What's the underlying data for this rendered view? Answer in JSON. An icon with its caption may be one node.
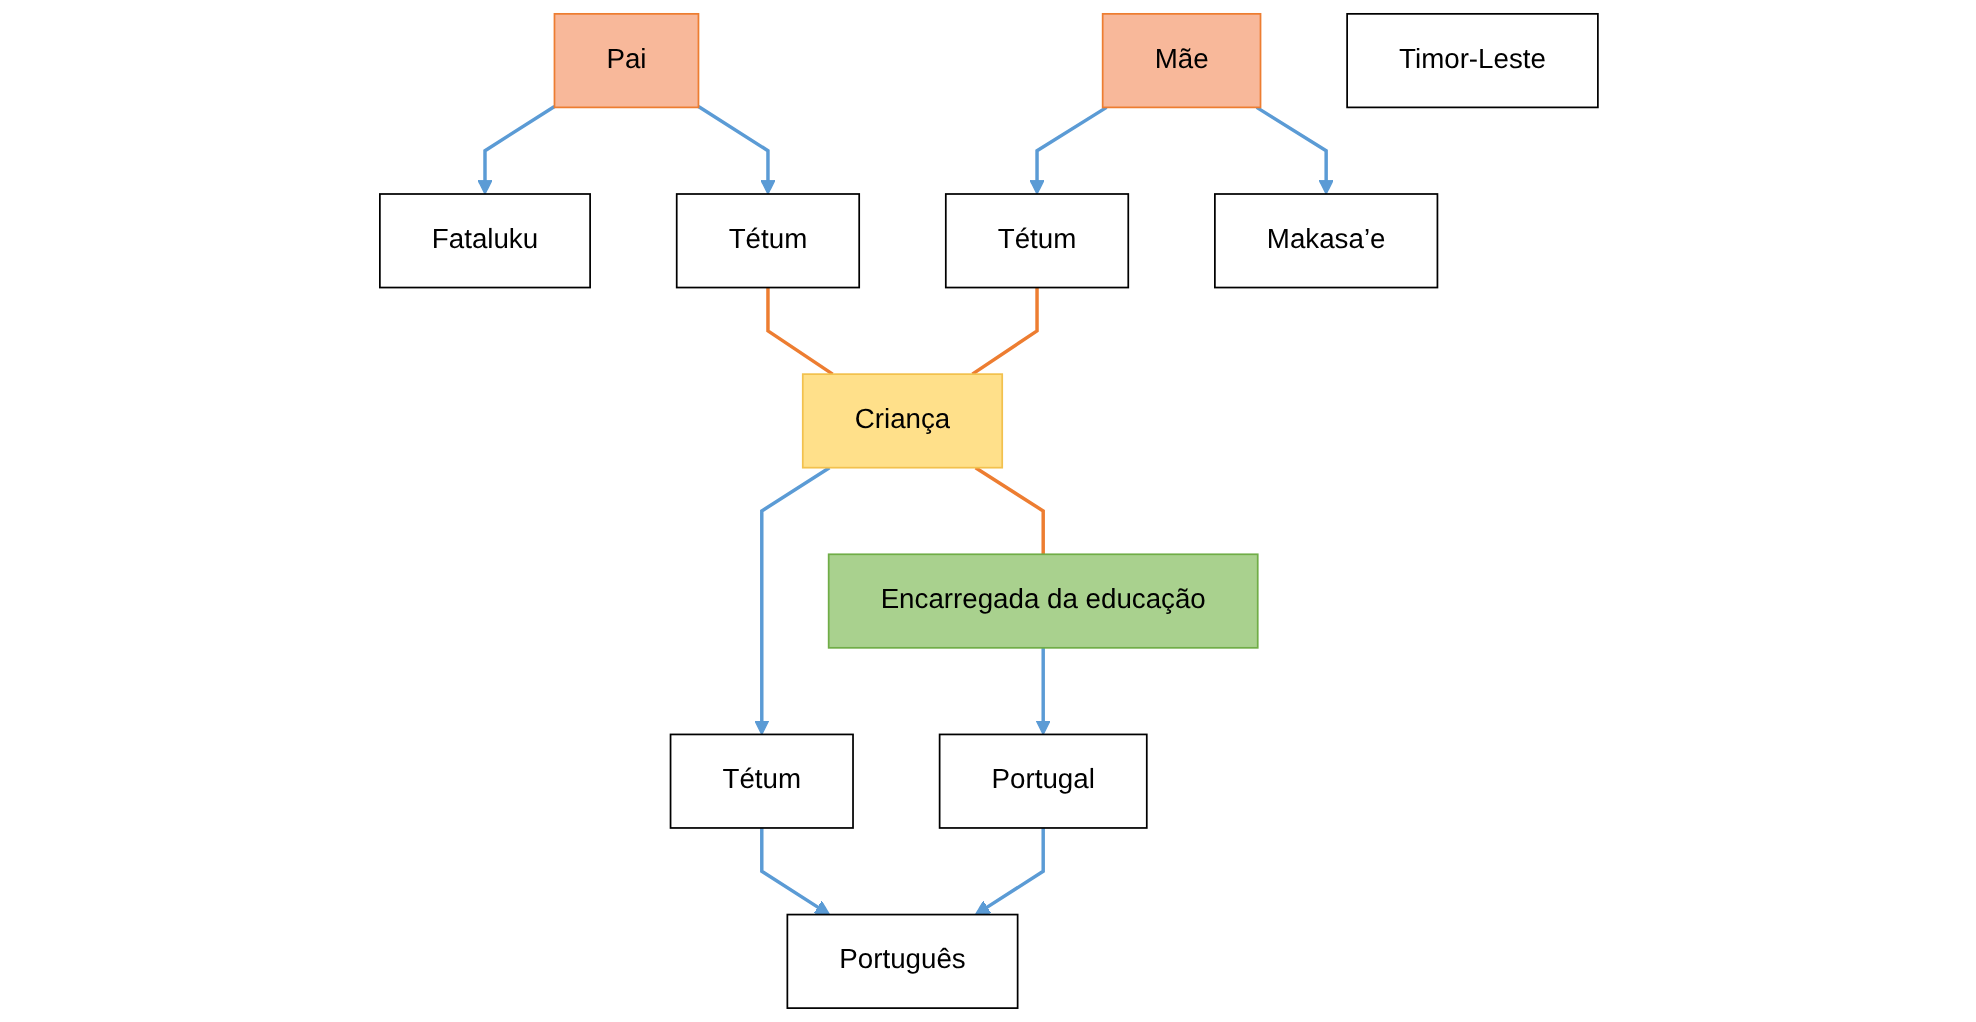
{
  "diagram": {
    "nodes": [
      {
        "text": [
          "Pai"
        ]
      },
      {
        "text": [
          "Mãe"
        ]
      },
      {
        "text": [
          "Fataluku"
        ]
      },
      {
        "text": [
          "Tétum"
        ]
      },
      {
        "text": [
          "Tétum"
        ]
      },
      {
        "text": [
          "Makasa’e"
        ]
      },
      {
        "text": [
          "Criança"
        ]
      },
      {
        "text": [
          "Encarregada da educação"
        ]
      },
      {
        "text": [
          "Tétum"
        ]
      },
      {
        "text": [
          "Português"
        ]
      },
      {
        "text": [
          "Portugal"
        ]
      },
      {
        "text": [
          "Timor-Leste"
        ]
      }
    ],
    "edges": [
      {
        "from": 0,
        "to": 2,
        "arrow": "to"
      },
      {
        "from": 0,
        "to": 3,
        "arrow": "to"
      },
      {
        "from": 1,
        "to": 4,
        "arrow": "to"
      },
      {
        "from": 1,
        "to": 5,
        "arrow": "to"
      },
      {
        "from": 3,
        "to": 6,
        "arrow": "none",
        "color": "#ed7d31"
      },
      {
        "from": 4,
        "to": 6,
        "arrow": "none",
        "color": "#ed7d31"
      },
      {
        "from": 6,
        "to": 7,
        "arrow": "none",
        "color": "#ed7d31"
      },
      {
        "from": 6,
        "to": 8,
        "arrow": "to"
      },
      {
        "from": 8,
        "to": 9,
        "arrow": "to"
      },
      {
        "from": 10,
        "to": 9,
        "arrow": "to"
      },
      {
        "from": 7,
        "to": 10,
        "arrow": "to"
      }
    ]
  }
}
